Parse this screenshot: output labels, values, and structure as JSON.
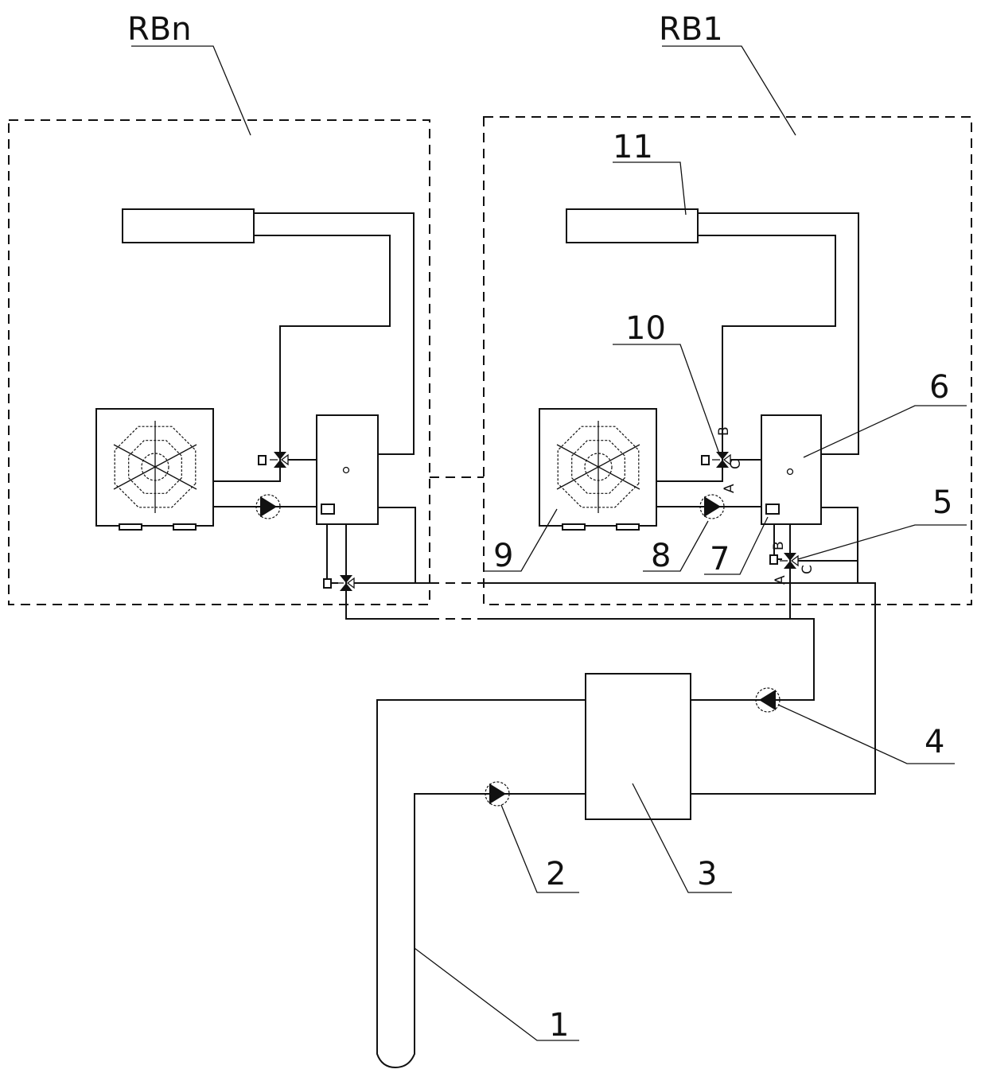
{
  "diagram": {
    "units": {
      "rbn": "RBn",
      "rb1": "RB1"
    },
    "labels": {
      "l1": "1",
      "l2": "2",
      "l3": "3",
      "l4": "4",
      "l5": "5",
      "l6": "6",
      "l7": "7",
      "l8": "8",
      "l9": "9",
      "l10": "10",
      "l11": "11"
    },
    "valve_ports": {
      "a": "A",
      "b": "B",
      "c": "C"
    }
  }
}
